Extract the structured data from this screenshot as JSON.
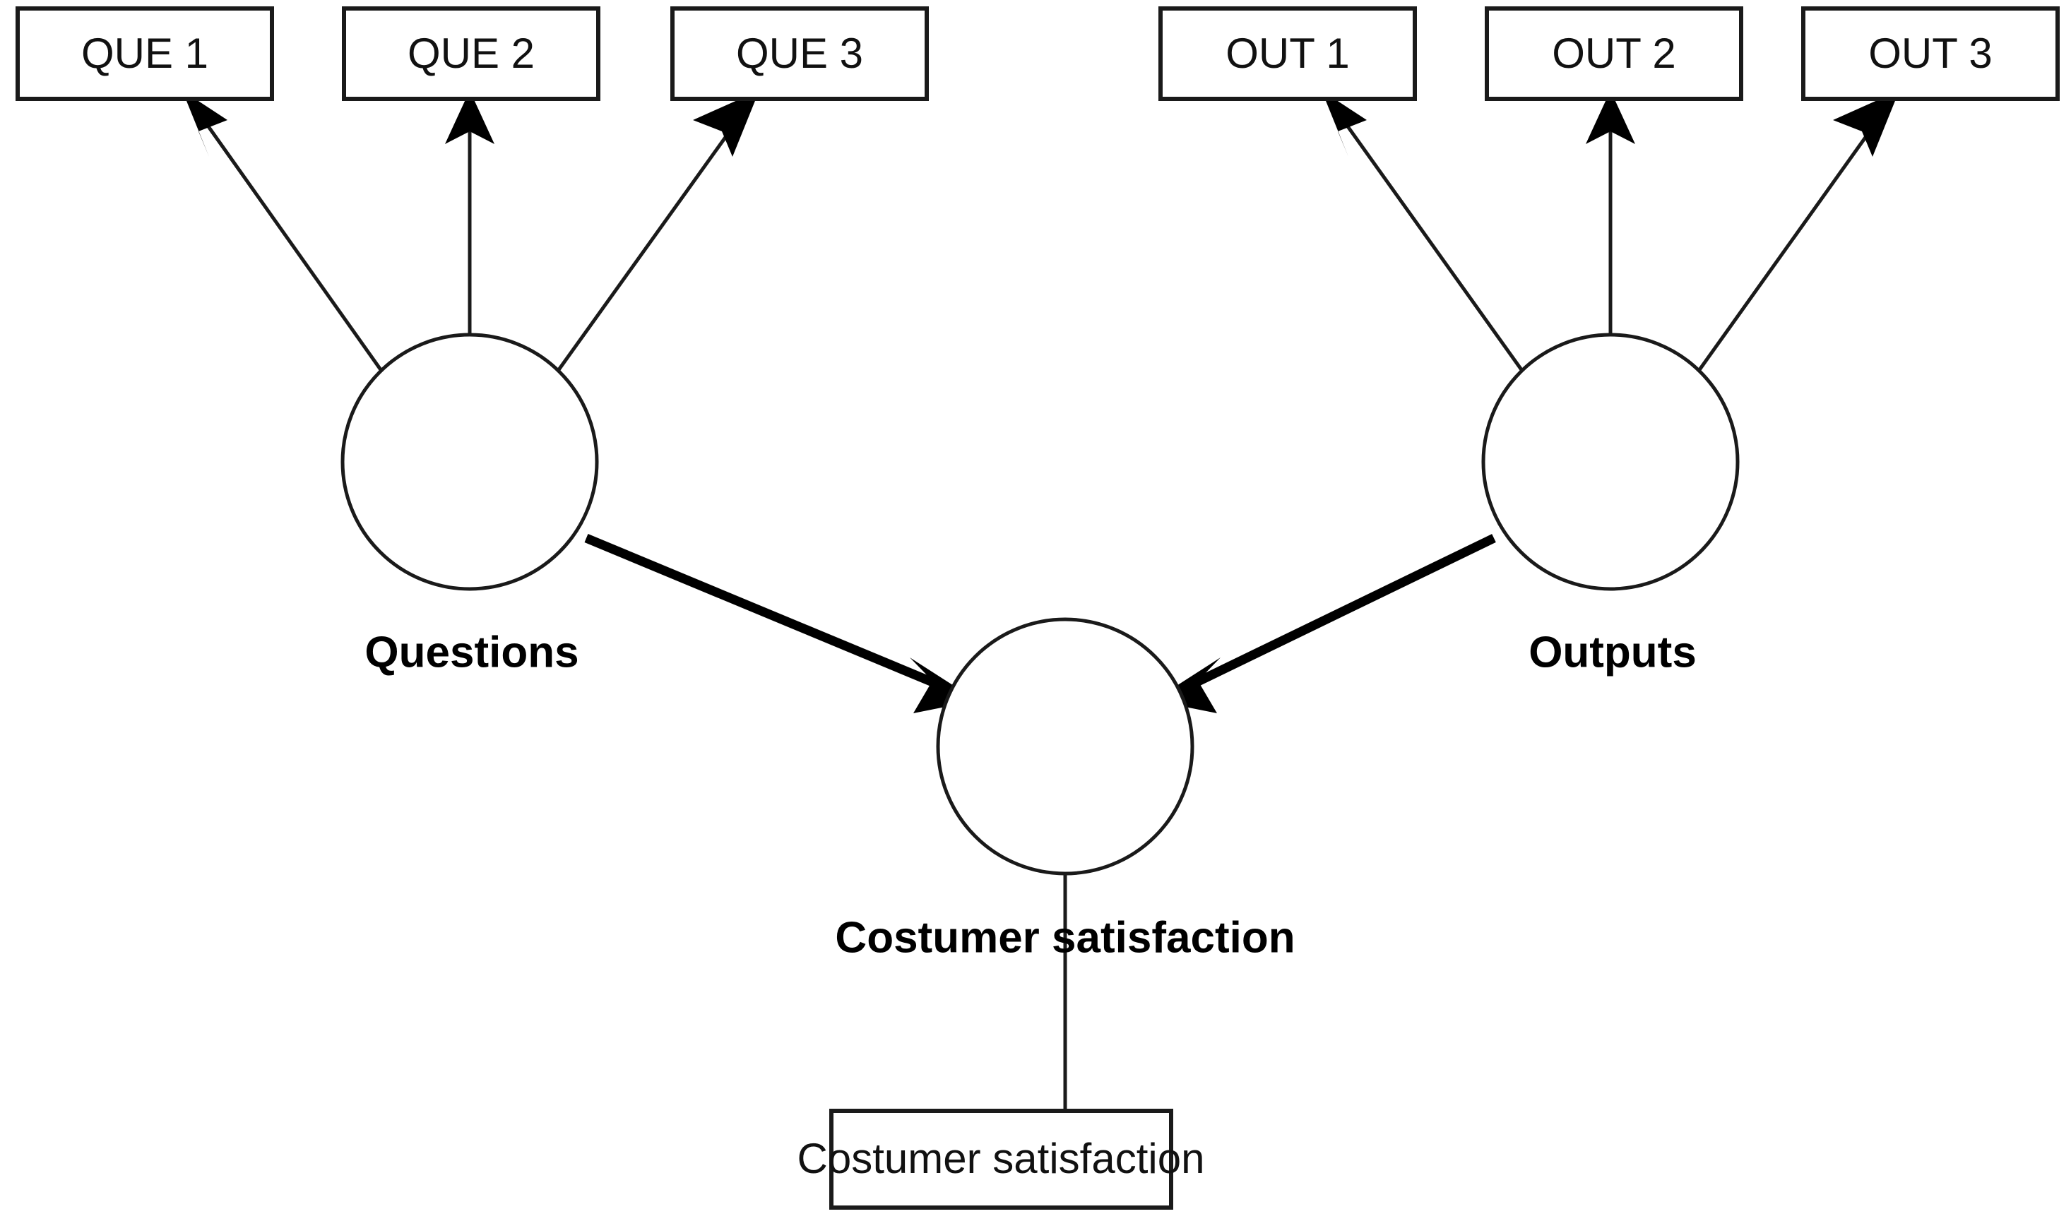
{
  "diagram": {
    "type": "structural-equation-model-path-diagram",
    "background_color": "#ffffff",
    "line_color": "#1a1a1a",
    "text_color": "#111111"
  },
  "indicators": {
    "questions": [
      {
        "id": "que1",
        "label": "QUE 1"
      },
      {
        "id": "que2",
        "label": "QUE 2"
      },
      {
        "id": "que3",
        "label": "QUE 3"
      }
    ],
    "outputs": [
      {
        "id": "out1",
        "label": "OUT 1"
      },
      {
        "id": "out2",
        "label": "OUT 2"
      },
      {
        "id": "out3",
        "label": "OUT 3"
      }
    ],
    "satisfaction": [
      {
        "id": "cs1",
        "label": "Costumer satisfaction"
      }
    ]
  },
  "latents": [
    {
      "id": "questions",
      "label": "Questions"
    },
    {
      "id": "outputs",
      "label": "Outputs"
    },
    {
      "id": "satisfaction",
      "label": "Costumer satisfaction"
    }
  ],
  "paths": [
    {
      "from": "questions",
      "to": "satisfaction",
      "kind": "structural"
    },
    {
      "from": "outputs",
      "to": "satisfaction",
      "kind": "structural"
    },
    {
      "from": "questions",
      "to": "que1",
      "kind": "measurement"
    },
    {
      "from": "questions",
      "to": "que2",
      "kind": "measurement"
    },
    {
      "from": "questions",
      "to": "que3",
      "kind": "measurement"
    },
    {
      "from": "outputs",
      "to": "out1",
      "kind": "measurement"
    },
    {
      "from": "outputs",
      "to": "out2",
      "kind": "measurement"
    },
    {
      "from": "outputs",
      "to": "out3",
      "kind": "measurement"
    },
    {
      "from": "satisfaction",
      "to": "cs1",
      "kind": "measurement-undirected"
    }
  ]
}
